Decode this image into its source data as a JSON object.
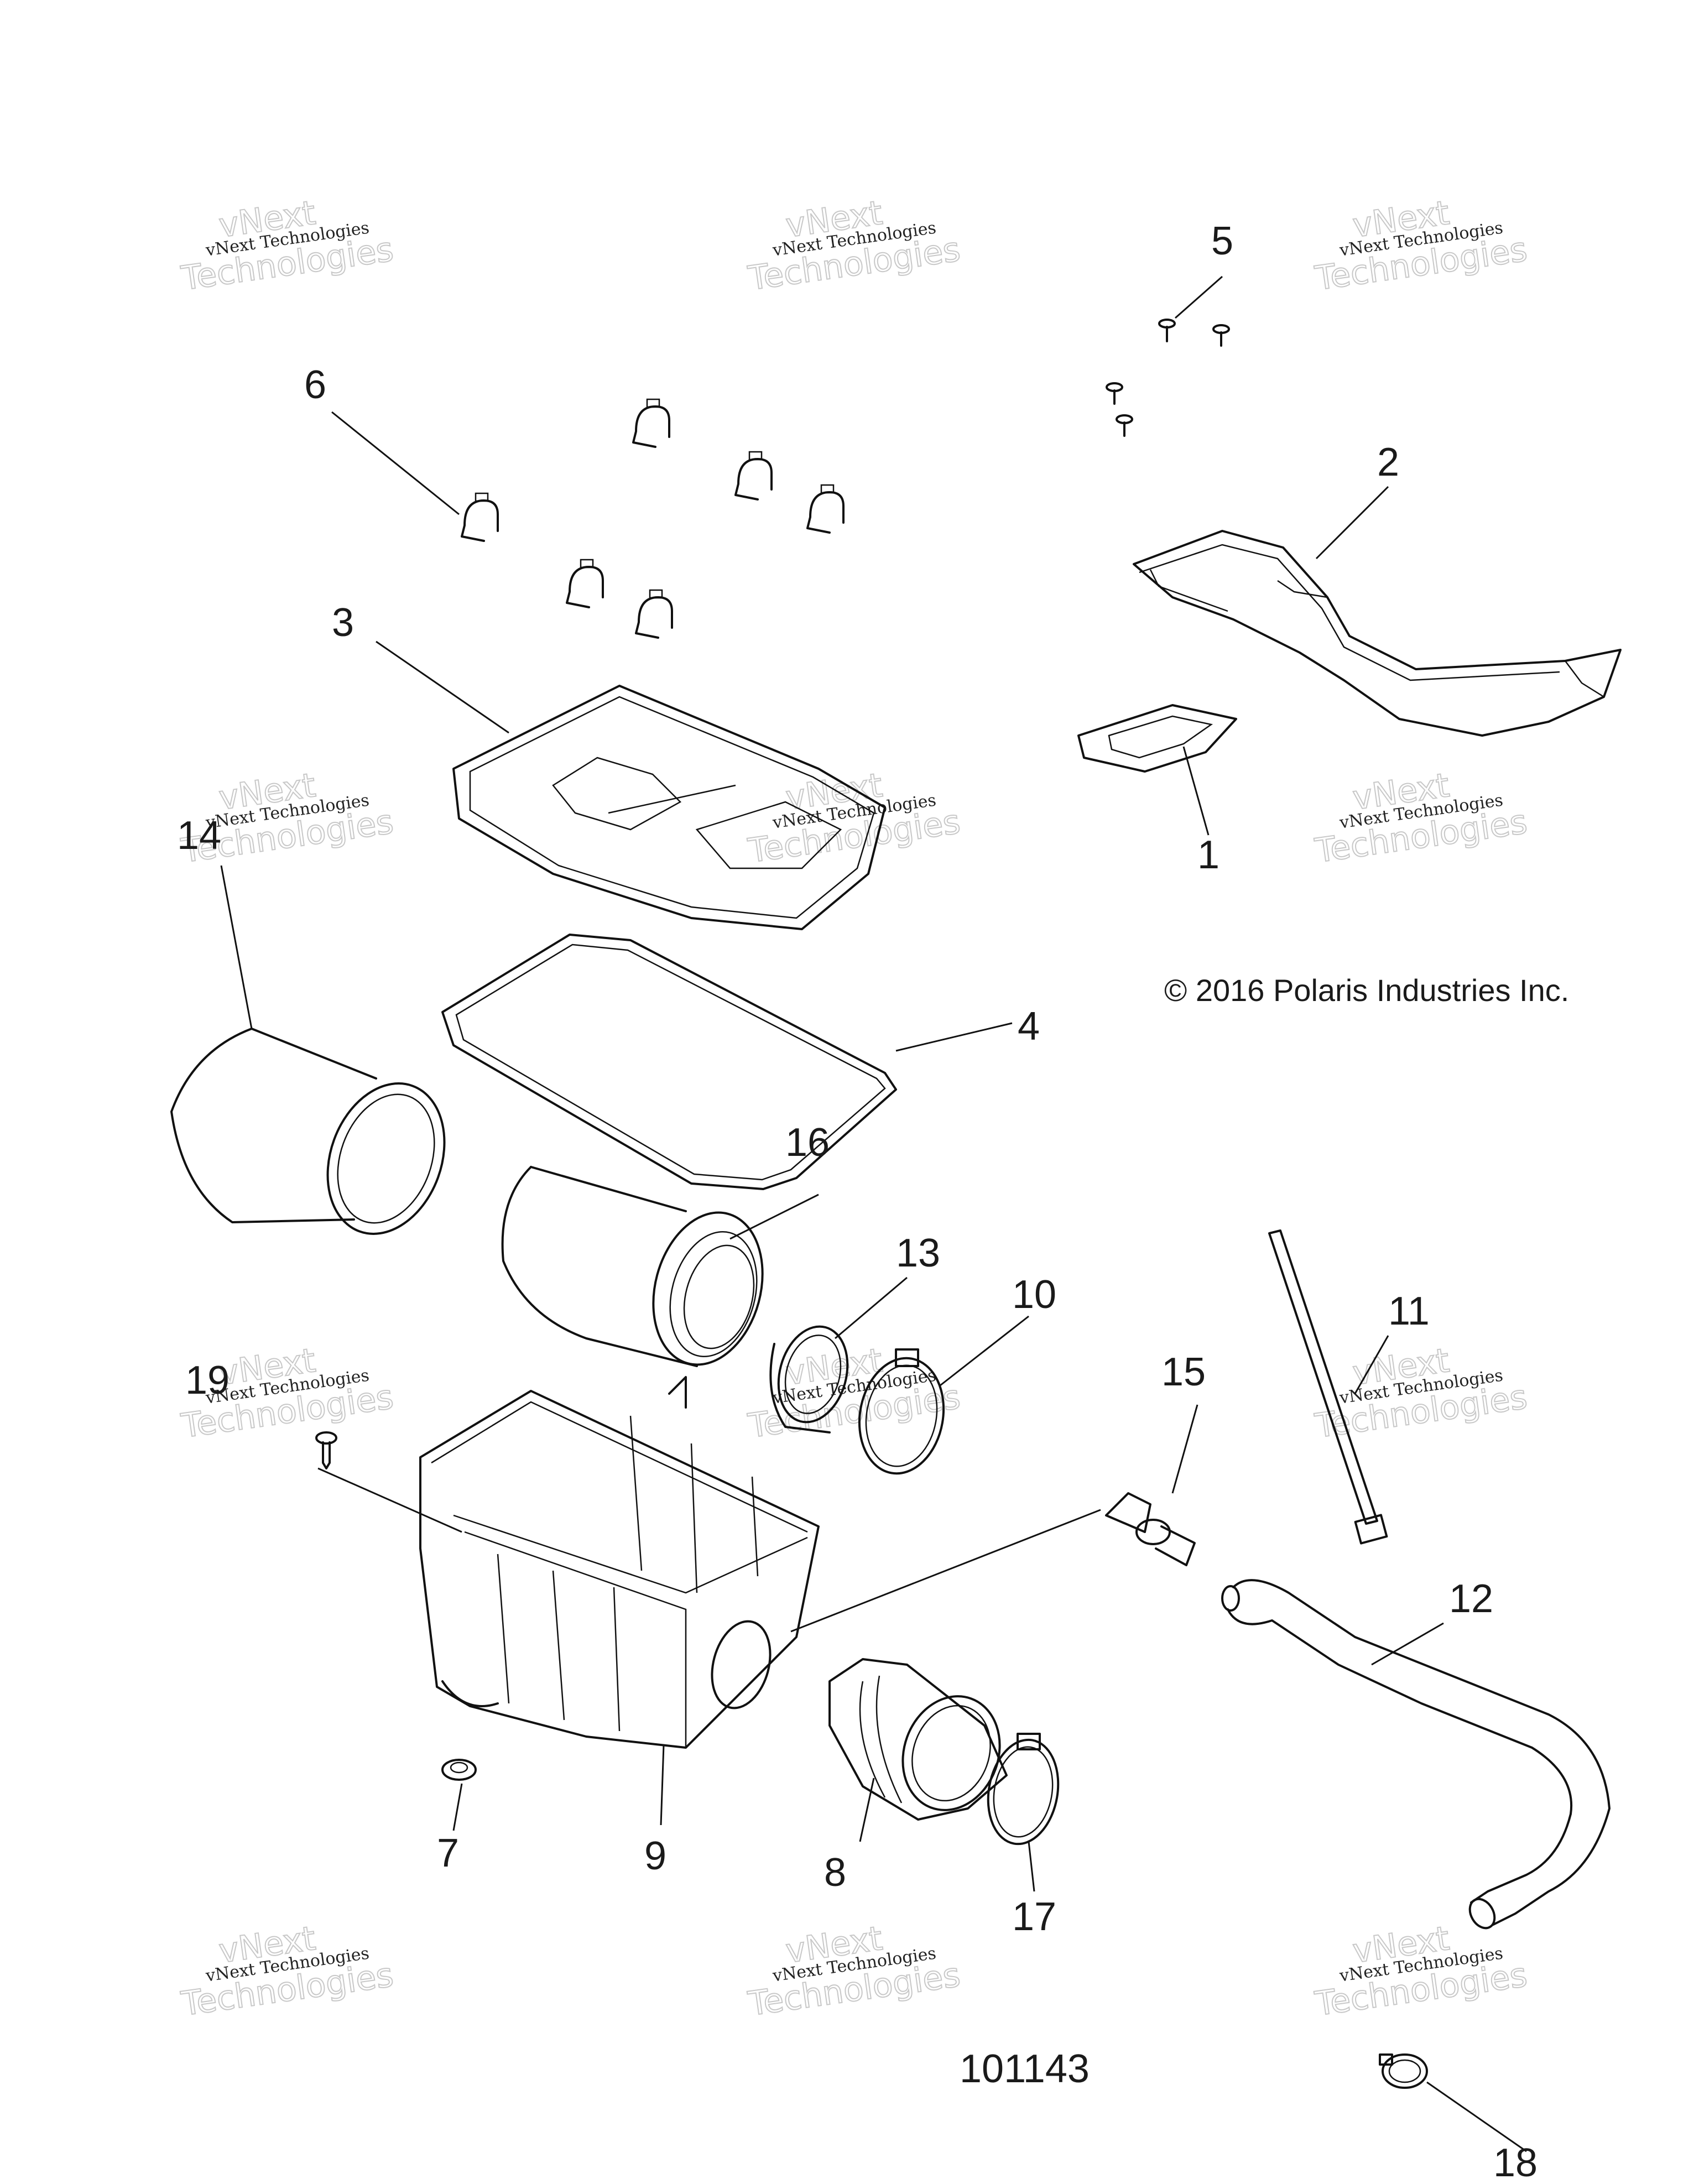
{
  "copyright": "© 2016 Polaris Industries Inc.",
  "document_number": "101143",
  "watermark": {
    "line1": "vNext",
    "line2": "vNext Technologies",
    "line3": "Technologies"
  },
  "callouts": [
    "1",
    "2",
    "3",
    "4",
    "5",
    "6",
    "7",
    "8",
    "9",
    "10",
    "11",
    "12",
    "13",
    "14",
    "15",
    "16",
    "17",
    "18",
    "19"
  ]
}
